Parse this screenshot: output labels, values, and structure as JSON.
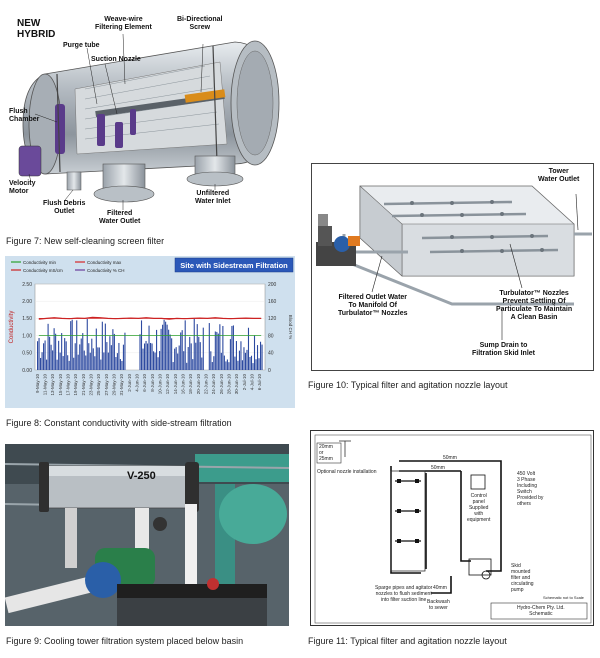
{
  "fig7": {
    "caption": "Figure 7: New self-cleaning screen filter",
    "labels": {
      "new_hybrid_1": "NEW",
      "new_hybrid_2": "HYBRID",
      "weave_wire_1": "Weave-wire",
      "weave_wire_2": "Filtering Element",
      "bidirectional_1": "Bi-Directional",
      "bidirectional_2": "Screw",
      "purge_tube": "Purge tube",
      "suction_nozzle": "Suction Nozzle",
      "flush_chamber_1": "Flush",
      "flush_chamber_2": "Chamber",
      "velocity_motor_1": "Velocity",
      "velocity_motor_2": "Motor",
      "flush_debris_1": "Flush Debris",
      "flush_debris_2": "Outlet",
      "filtered_outlet_1": "Filtered",
      "filtered_outlet_2": "Water Outlet",
      "unfiltered_inlet_1": "Unfiltered",
      "unfiltered_inlet_2": "Water Inlet"
    }
  },
  "fig8": {
    "caption": "Figure 8: Constant conductivity with side-stream filtration",
    "legend": [
      "Conductivity min",
      "Conductivity max",
      "Conductivity mS/cm",
      "Conductivity % CH"
    ],
    "banner": "Site with Sidestream Filtration",
    "ylabel": "Conductivity",
    "y2label": "Blood CH %"
  },
  "fig9": {
    "caption": "Figure 9: Cooling tower filtration system placed below basin",
    "tag": "V-250"
  },
  "fig10": {
    "caption": "Figure 10: Typical filter and agitation nozzle layout",
    "labels": {
      "tower_outlet_1": "Tower",
      "tower_outlet_2": "Water Outlet",
      "filtered_outlet_1": "Filtered Outlet Water",
      "filtered_outlet_2": "To Manifold Of",
      "filtered_outlet_3": "Turbulator™ Nozzles",
      "turbulator_1": "Turbulator™ Nozzles",
      "turbulator_2": "Prevent Settling Of",
      "turbulator_3": "Particulate To Maintain",
      "turbulator_4": "A Clean Basin",
      "sump_1": "Sump Drain to",
      "sump_2": "Filtration Skid Inlet"
    }
  },
  "fig11": {
    "caption": "Figure 11: Typical filter and agitation nozzle layout",
    "labels": {
      "dim_20": "20mm",
      "dim_or": "or",
      "dim_25": "25mm",
      "optional": "Optional nozzle installation",
      "fifty_a": "50mm",
      "fifty_b": "50mm",
      "forty": "40mm",
      "power_1": "450 Volt",
      "power_2": "3 Phase",
      "power_3": "Including",
      "power_4": "Switch",
      "power_5": "Provided by",
      "power_6": "others",
      "control_1": "Control",
      "control_2": "panel",
      "control_3": "Supplied",
      "control_4": "with",
      "control_5": "equipment",
      "sparge_1": "Sparge pipes and agitator",
      "sparge_2": "nozzles to flush sediment",
      "sparge_3": "into filter suction line",
      "backwash_1": "Backwash",
      "backwash_2": "to sewer",
      "skid_1": "Skid",
      "skid_2": "mounted",
      "skid_3": "filter and",
      "skid_4": "circulating",
      "skid_5": "pump",
      "company_1": "Hydro-Chem Pty. Ltd.",
      "company_2": "Schematic",
      "not_to_scale": "Schematic not to Scale"
    }
  },
  "chart_data": {
    "type": "line",
    "title": "Site with Sidestream Filtration",
    "ylabel": "Conductivity",
    "y2label": "Blood CH %",
    "ylim": [
      0,
      2.5
    ],
    "y2lim": [
      0,
      200
    ],
    "yticks": [
      "0.00",
      "0.50",
      "1.00",
      "1.50",
      "2.00",
      "2.50"
    ],
    "y2ticks": [
      "0",
      "40",
      "80",
      "120",
      "160",
      "200"
    ],
    "categories": [
      "9-May-10",
      "11-May-10",
      "13-May-10",
      "15-May-10",
      "17-May-10",
      "19-May-10",
      "21-May-10",
      "23-May-10",
      "25-May-10",
      "27-May-10",
      "29-May-10",
      "31-May-10",
      "2-Jun-10",
      "4-Jun-10",
      "6-Jun-10",
      "8-Jun-10",
      "10-Jun-10",
      "12-Jun-10",
      "14-Jun-10",
      "16-Jun-10",
      "18-Jun-10",
      "20-Jun-10",
      "22-Jun-10",
      "24-Jun-10",
      "26-Jun-10",
      "28-Jun-10",
      "30-Jun-10",
      "2-Jul-10",
      "4-Jul-10",
      "6-Jul-10"
    ],
    "series": [
      {
        "name": "Conductivity min",
        "color": "#2ca02c",
        "values": [
          1.0,
          1.0,
          1.0,
          1.0,
          1.0,
          1.0,
          1.0,
          1.0,
          1.0,
          1.0,
          1.0,
          1.0,
          1.0,
          1.0,
          1.0,
          1.0,
          1.0,
          1.0,
          1.0,
          1.0,
          1.0,
          1.0,
          1.0,
          1.0,
          1.0,
          1.0,
          1.0,
          1.0,
          1.0,
          1.0
        ]
      },
      {
        "name": "Conductivity max",
        "color": "#d62728",
        "values": [
          1.5,
          1.5,
          1.5,
          1.5,
          1.5,
          1.5,
          1.5,
          1.5,
          1.5,
          1.5,
          1.5,
          1.5,
          1.5,
          1.5,
          1.5,
          1.5,
          1.5,
          1.5,
          1.5,
          1.5,
          1.5,
          1.5,
          1.5,
          1.5,
          1.5,
          1.5,
          1.5,
          1.5,
          1.5,
          1.5
        ]
      },
      {
        "name": "Conductivity mS/cm",
        "color": "#cc2222",
        "values": [
          1.48,
          1.5,
          1.52,
          1.5,
          1.49,
          1.51,
          1.5,
          1.53,
          1.52,
          1.5,
          1.49,
          1.5,
          1.51,
          1.5,
          1.52,
          1.5,
          1.5,
          1.48,
          1.5,
          1.49,
          1.5,
          1.51,
          1.5,
          1.52,
          1.5,
          1.49,
          1.5,
          1.51,
          1.5,
          1.5
        ]
      }
    ]
  },
  "colors": {
    "chart_bg": "#cfe0ee",
    "plot_bg": "#ffffff",
    "bars": "#2d4aa0",
    "banner_bg": "#2b58b8",
    "banner_text": "#ffffff"
  }
}
